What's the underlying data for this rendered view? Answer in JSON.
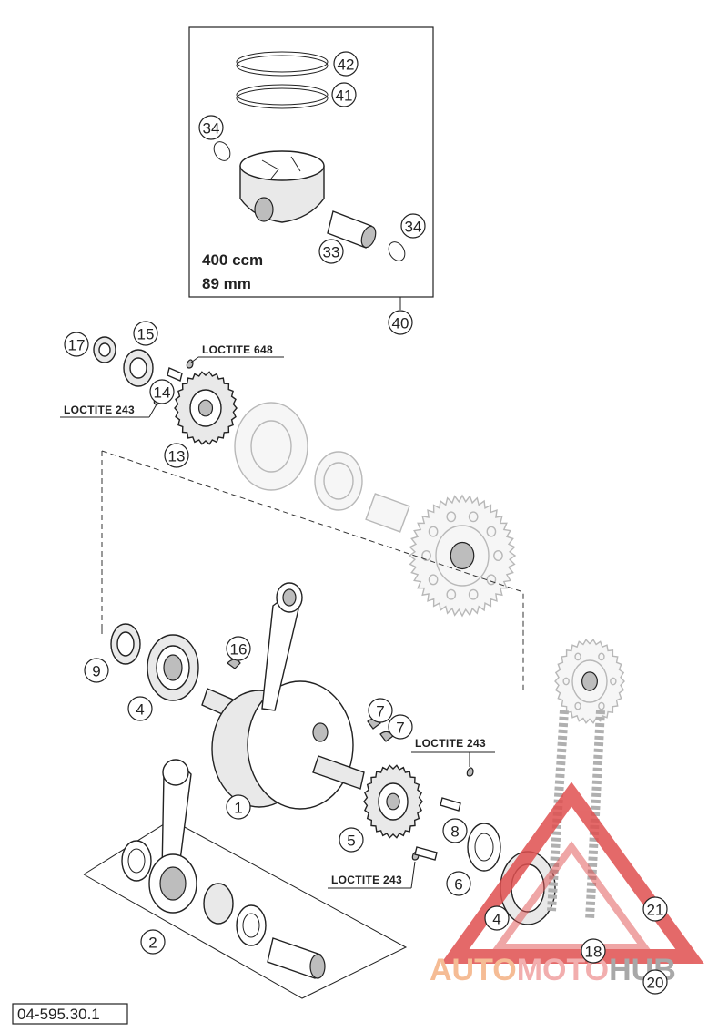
{
  "diagram": {
    "piston_kit": {
      "displacement": "400 ccm",
      "bore": "89 mm"
    },
    "drawing_code": "04-595.30.1",
    "callouts": [
      {
        "id": "c42",
        "label": "42"
      },
      {
        "id": "c41",
        "label": "41"
      },
      {
        "id": "c34a",
        "label": "34"
      },
      {
        "id": "c34b",
        "label": "34"
      },
      {
        "id": "c33",
        "label": "33"
      },
      {
        "id": "c40",
        "label": "40"
      },
      {
        "id": "c17",
        "label": "17"
      },
      {
        "id": "c15",
        "label": "15"
      },
      {
        "id": "c14",
        "label": "14"
      },
      {
        "id": "c13",
        "label": "13"
      },
      {
        "id": "c16",
        "label": "16"
      },
      {
        "id": "c9",
        "label": "9"
      },
      {
        "id": "c4a",
        "label": "4"
      },
      {
        "id": "c1",
        "label": "1"
      },
      {
        "id": "c7a",
        "label": "7"
      },
      {
        "id": "c7b",
        "label": "7"
      },
      {
        "id": "c8",
        "label": "8"
      },
      {
        "id": "c5",
        "label": "5"
      },
      {
        "id": "c6",
        "label": "6"
      },
      {
        "id": "c2",
        "label": "2"
      },
      {
        "id": "c4b",
        "label": "4"
      },
      {
        "id": "c21",
        "label": "21"
      },
      {
        "id": "c18",
        "label": "18"
      },
      {
        "id": "c20",
        "label": "20"
      }
    ],
    "loctite_labels": [
      {
        "id": "l648",
        "text": "LOCTITE 648"
      },
      {
        "id": "l243a",
        "text": "LOCTITE 243"
      },
      {
        "id": "l243b",
        "text": "LOCTITE 243"
      },
      {
        "id": "l243c",
        "text": "LOCTITE 243"
      }
    ]
  },
  "watermark": {
    "text_part1": "AUTO",
    "text_part2": "MOTO",
    "text_part3": "HUB",
    "colors": {
      "auto": "#f4b183",
      "moto": "#f0a0a0",
      "hub": "#b9b9b9",
      "triangle": "#e05050"
    }
  }
}
